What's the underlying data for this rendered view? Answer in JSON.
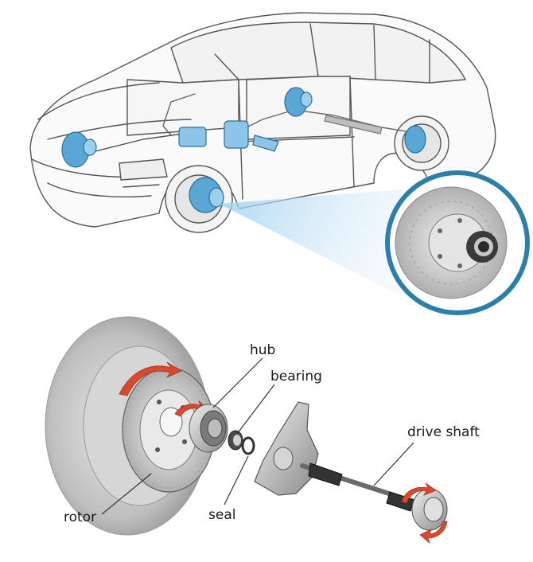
{
  "labels": {
    "hub": "hub",
    "bearing": "bearing",
    "drive_shaft": "drive shaft",
    "rotor": "rotor",
    "seal": "seal"
  },
  "colors": {
    "brake_component": "#5aa7d6",
    "inset_ring": "#2b7fa8",
    "rotation_arrow": "#d9492e",
    "line_art": "#555555"
  },
  "icons": [
    "car-illustration",
    "wheel-bearing-inset",
    "rotation-arrow-icon"
  ]
}
